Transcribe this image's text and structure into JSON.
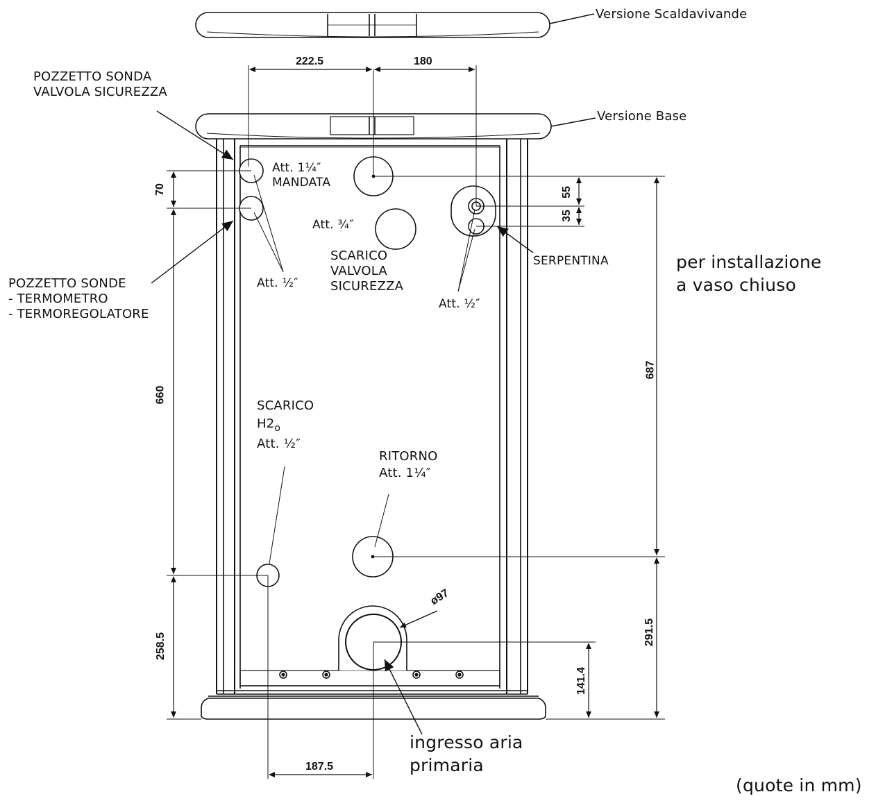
{
  "version_labels": {
    "top": "Versione Scaldavivande",
    "base": "Versione Base"
  },
  "callouts": {
    "pozzetto_sonda_line1": "POZZETTO SONDA",
    "pozzetto_sonda_line2": "VALVOLA SICUREZZA",
    "pozzetto_sonde_line1": "POZZETTO SONDE",
    "pozzetto_sonde_line2": "- TERMOMETRO",
    "pozzetto_sonde_line3": "- TERMOREGOLATORE",
    "mandata_line1": "Att. 1¼″",
    "mandata_line2": "MANDATA",
    "att_34": "Att. ¾″",
    "att_12_left": "Att. ½″",
    "scarico_valvola_line1": "SCARICO",
    "scarico_valvola_line2": "VALVOLA",
    "scarico_valvola_line3": "SICUREZZA",
    "att_12_right": "Att. ½″",
    "serpentina": "SERPENTINA",
    "installazione_line1": "per installazione",
    "installazione_line2": "a vaso chiuso",
    "scarico_h2o_line1": "SCARICO",
    "scarico_h2o_line2_main": "H2",
    "scarico_h2o_line2_sub": "o",
    "scarico_h2o_line3": "Att. ½″",
    "ritorno_line1": "RITORNO",
    "ritorno_line2": "Att. 1¼″",
    "ingresso_line1": "ingresso aria",
    "ingresso_line2": "primaria",
    "units_note": "(quote in mm)"
  },
  "dimensions": {
    "d_222_5": "222.5",
    "d_180": "180",
    "d_70": "70",
    "d_660": "660",
    "d_258_5": "258.5",
    "d_55": "55",
    "d_35": "35",
    "d_687": "687",
    "d_291_5": "291.5",
    "d_141_4": "141.4",
    "d_187_5": "187.5",
    "d_diam_97": "ø97"
  }
}
